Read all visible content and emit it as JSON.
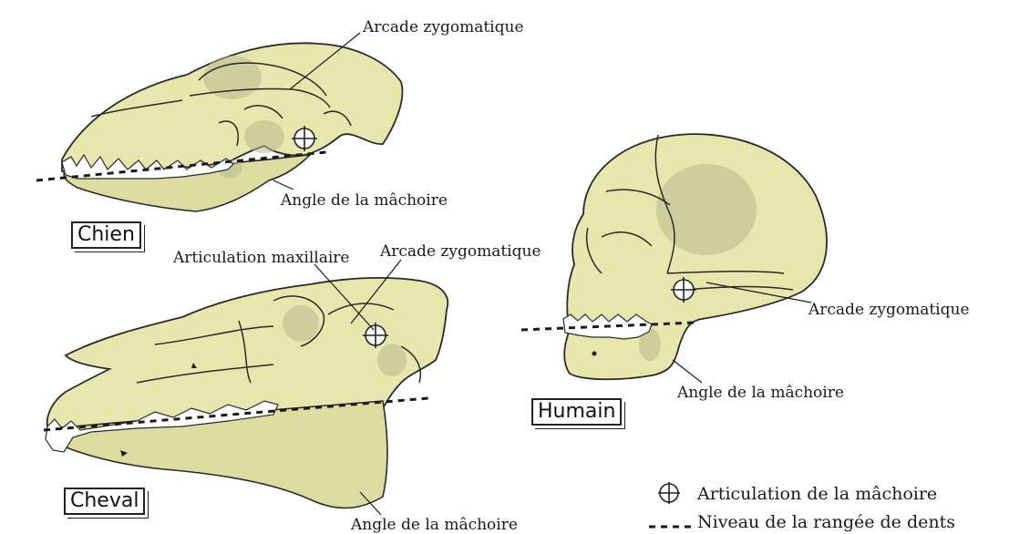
{
  "labels": {
    "dog_zygomatic": "Arcade zygomatique",
    "dog_jaw_angle": "Angle de la mâchoire",
    "horse_maxillary": "Articulation maxillaire",
    "horse_zygomatic": "Arcade zygomatique",
    "horse_jaw_angle": "Angle de la mâchoire",
    "human_zygomatic": "Arcade zygomatique",
    "human_jaw_angle": "Angle de la mâchoire"
  },
  "species": {
    "dog": "Chien",
    "horse": "Cheval",
    "human": "Humain"
  },
  "legend": {
    "joint": "Articulation de la mâchoire",
    "tooth_row": "Niveau de la rangée de dents"
  },
  "colors": {
    "bone": "#e7e6ad",
    "outline": "#2a2a2a"
  }
}
